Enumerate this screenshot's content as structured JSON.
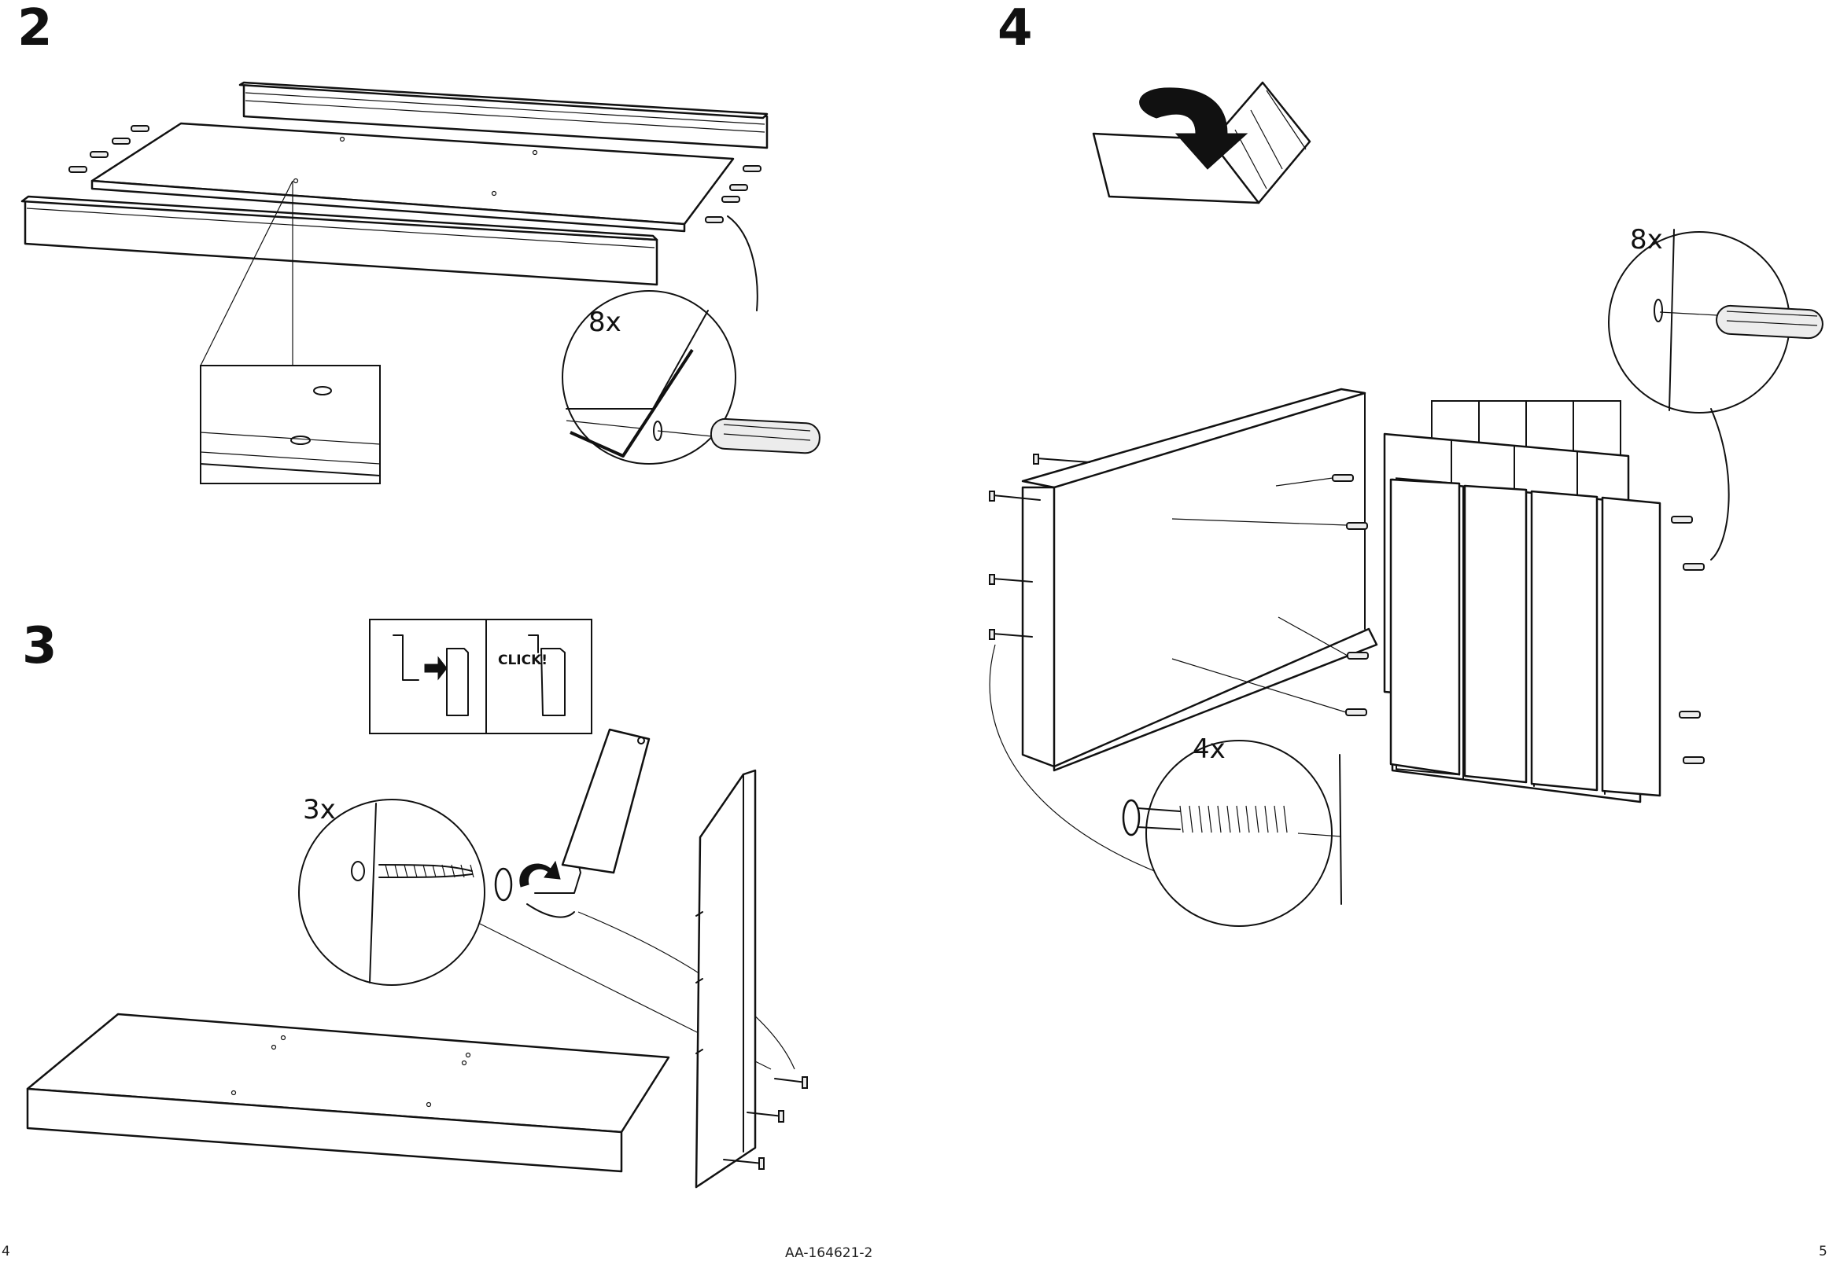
{
  "steps": {
    "step2": {
      "number": "2",
      "quantity": "8x"
    },
    "step3": {
      "number": "3",
      "quantity": "3x",
      "click_label": "CLICK!"
    },
    "step4": {
      "number": "4",
      "quantity_dowels": "8x",
      "quantity_bolts": "4x"
    }
  },
  "footer": {
    "page_left": "4",
    "article_code": "AA-164621-2",
    "page_right": "5"
  },
  "icons": {
    "dowel": "dowel-icon",
    "cam-bolt": "cam-bolt-icon",
    "allen-key": "allen-key-icon",
    "rotate-arrow": "rotate-arrow-icon",
    "flip-arrow": "flip-arrow-icon"
  }
}
